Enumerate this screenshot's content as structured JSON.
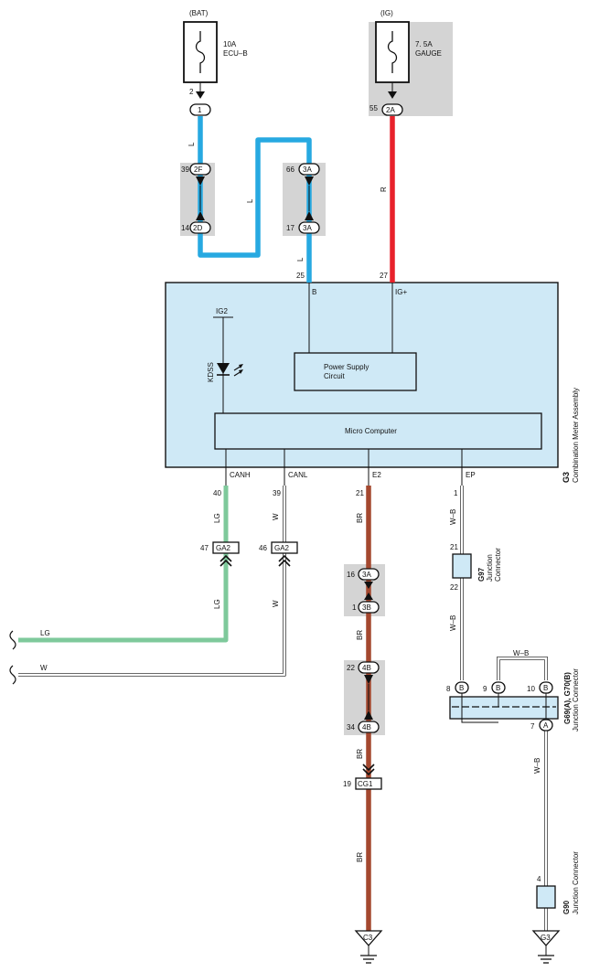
{
  "colors": {
    "wire_L": "#27a9e1",
    "wire_R": "#e8222b",
    "wire_LG": "#7ec99b",
    "wire_BR": "#a4482f",
    "fill_blue": "#cfe9f6",
    "fill_gray": "#d4d4d4"
  },
  "power": {
    "bat_label": "(BAT)",
    "bat_fuse_amp": "10A",
    "bat_fuse_name": "ECU–B",
    "bat_pin": "2",
    "ig_label": "(IG)",
    "ig_fuse_amp": "7. 5A",
    "ig_fuse_name": "GAUGE",
    "ig_pin": "55",
    "ig_conn": "2A"
  },
  "wires": {
    "L": "L",
    "R": "R",
    "LG": "LG",
    "W": "W",
    "BR": "BR",
    "WB": "W–B"
  },
  "connectors": {
    "c1": "1",
    "c2f_pin": "39",
    "c2f": "2F",
    "c2d_pin": "14",
    "c2d": "2D",
    "c3a_top_pin": "66",
    "c3a_top": "3A",
    "c3a_bot_pin": "17",
    "c3a_bot": "3A",
    "ga2_lg_pin": "47",
    "ga2_lg": "GA2",
    "ga2_w_pin": "46",
    "ga2_w": "GA2",
    "c3a_br_pin": "16",
    "c3a_br": "3A",
    "c3b_pin": "1",
    "c3b": "3B",
    "c4b_top_pin": "22",
    "c4b_top": "4B",
    "c4b_bot_pin": "34",
    "c4b_bot": "4B",
    "cg1_pin": "19",
    "cg1": "CG1"
  },
  "meter": {
    "pin_b_num": "25",
    "pin_b": "B",
    "pin_ig_num": "27",
    "pin_ig": "IG+",
    "ig2": "IG2",
    "kdss": "KDSS",
    "psc_line1": "Power Supply",
    "psc_line2": "Circuit",
    "micro": "Micro Computer",
    "canh": "CANH",
    "canh_num": "40",
    "canl": "CANL",
    "canl_num": "39",
    "e2": "E2",
    "e2_num": "21",
    "ep": "EP",
    "ep_num": "1",
    "code": "G3",
    "name": "Combination Meter Assembly"
  },
  "g97": {
    "pin_top": "21",
    "pin_bot": "22",
    "code": "G97",
    "name_line1": "Junction",
    "name_line2": "Connector"
  },
  "g69": {
    "pin8": "8",
    "pin9": "9",
    "pin10": "10",
    "pin7": "7",
    "b": "B",
    "a": "A",
    "code": "G69(A), G70(B)",
    "name": "Junction Connector"
  },
  "g90": {
    "pin": "4",
    "code": "G90",
    "name": "Junction Connector"
  },
  "grounds": {
    "c3": "C3",
    "g3": "G3"
  }
}
